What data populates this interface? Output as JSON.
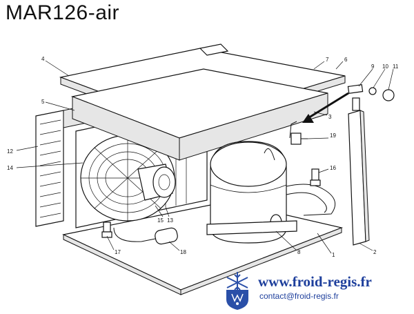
{
  "title": "MAR126-air",
  "callouts": [
    "1",
    "2",
    "3",
    "4",
    "5",
    "6",
    "7",
    "8",
    "9",
    "10",
    "11",
    "12",
    "13",
    "14",
    "15",
    "16",
    "17",
    "18",
    "19"
  ],
  "brand": {
    "url": "www.froid-regis.fr",
    "contact": "contact@froid-regis.fr",
    "logo_icon": "snowflake-shield-icon",
    "colors": {
      "text": "#1e3f9c",
      "logo_fill": "#2a4fa8"
    }
  }
}
